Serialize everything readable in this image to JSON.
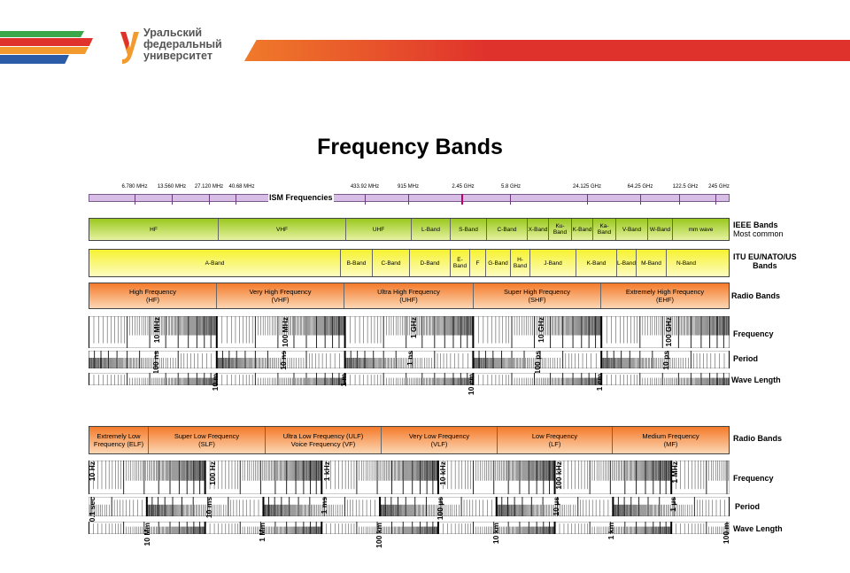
{
  "header": {
    "logo_lines": [
      "Уральский",
      "федеральный",
      "университет"
    ],
    "colors": {
      "green": "#3aa84a",
      "red": "#e0322c",
      "blue": "#2a5ca8",
      "orange": "#f29a2e"
    }
  },
  "title": "Frequency Bands",
  "ism": {
    "label": "ISM Frequencies",
    "frequencies": [
      "6.780 MHz",
      "13.560 MHz",
      "27.120 MHz",
      "40.68 MHz",
      "433.92 MHz",
      "915 MHz",
      "2.45 GHz",
      "5.8 GHz",
      "24.125 GHz",
      "64.25 GHz",
      "122.5 GHz",
      "245 GHz"
    ]
  },
  "rows": {
    "ieee": {
      "label": "IEEE Bands",
      "sublabel": "Most common",
      "cells": [
        "HF",
        "VHF",
        "UHF",
        "L-Band",
        "S-Band",
        "C-Band",
        "X-Band",
        "Ku-Band",
        "K-Band",
        "Ka-Band",
        "V-Band",
        "W-Band",
        "mm wave"
      ]
    },
    "itu": {
      "label": "ITU EU/NATO/US",
      "label2": "Bands",
      "cells": [
        "A-Band",
        "B-Band",
        "C-Band",
        "D-Band",
        "E-Band",
        "F",
        "G-Band",
        "H-Band",
        "J-Band",
        "K-Band",
        "L-Band",
        "M-Band",
        "N-Band"
      ]
    },
    "radio_high": {
      "label": "Radio Bands",
      "cells": [
        {
          "l1": "High Frequency",
          "l2": "(HF)"
        },
        {
          "l1": "Very High Frequency",
          "l2": "(VHF)"
        },
        {
          "l1": "Ultra High Frequency",
          "l2": "(UHF)"
        },
        {
          "l1": "Super High Frequency",
          "l2": "(SHF)"
        },
        {
          "l1": "Extremely High Frequency",
          "l2": "(EHF)"
        }
      ]
    },
    "radio_low": {
      "label": "Radio Bands",
      "cells": [
        {
          "l1": "Extremely Low",
          "l2": "Frequency (ELF)"
        },
        {
          "l1": "Super Low Frequency",
          "l2": "(SLF)"
        },
        {
          "l1": "Ultra Low Frequency (ULF)",
          "l2": "Voice Frequency (VF)"
        },
        {
          "l1": "Very Low Frequency",
          "l2": "(VLF)"
        },
        {
          "l1": "Low Frequency",
          "l2": "(LF)"
        },
        {
          "l1": "Medium Frequency",
          "l2": "(MF)"
        }
      ]
    }
  },
  "scales_high": {
    "frequency_label": "Frequency",
    "period_label": "Period",
    "wavelength_label": "Wave Length",
    "frequency_decades": [
      "10 MHz",
      "100 MHz",
      "1 GHz",
      "10 GHz",
      "100 GHz"
    ],
    "period_decades": [
      "100 ns",
      "10 ns",
      "1 ns",
      "100 ps",
      "10 ps"
    ],
    "wavelength_decades": [
      "10 m",
      "1 m",
      "10 cm",
      "1 cm"
    ]
  },
  "scales_low": {
    "frequency_label": "Frequency",
    "period_label": "Period",
    "wavelength_label": "Wave Length",
    "frequency_decades": [
      "10 Hz",
      "100 Hz",
      "1 kHz",
      "10 kHz",
      "100 kHz",
      "1 MHz"
    ],
    "period_decades": [
      "0.1 sec",
      "10 ms",
      "1 ms",
      "100 µs",
      "10 µs",
      "1 µs"
    ],
    "wavelength_decades": [
      "10 Mm",
      "1 Mm",
      "100 km",
      "10 km",
      "1 km",
      "100 m"
    ]
  }
}
